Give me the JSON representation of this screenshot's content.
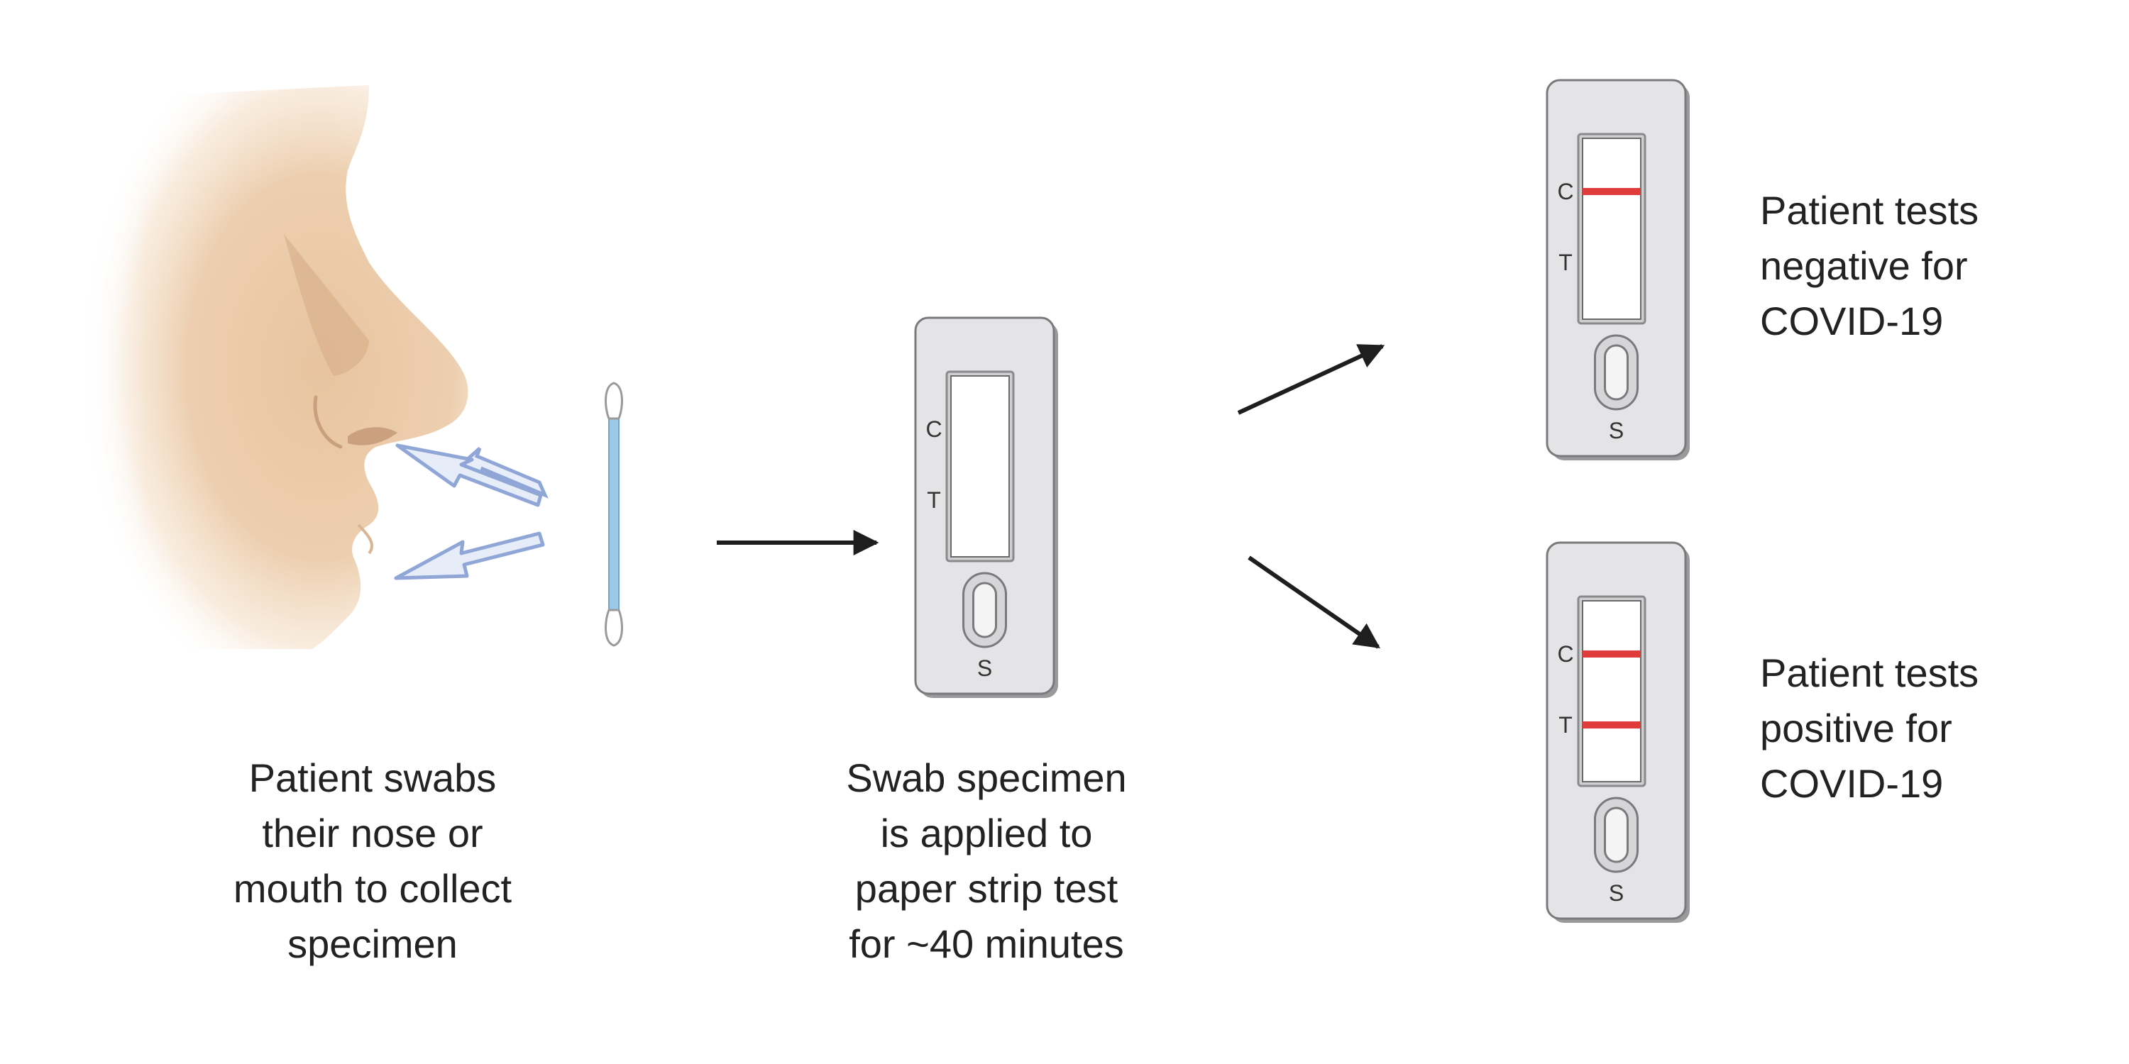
{
  "captions": {
    "collect": [
      "Patient swabs",
      "their nose or",
      "mouth to collect",
      "specimen"
    ],
    "apply": [
      "Swab specimen",
      "is applied to",
      "paper strip test",
      "for ~40 minutes"
    ],
    "negative": [
      "Patient tests",
      "negative for",
      "COVID-19"
    ],
    "positive": [
      "Patient tests",
      "positive for",
      "COVID-19"
    ]
  },
  "test_labels": {
    "control": "C",
    "test": "T",
    "sample": "S"
  },
  "colors": {
    "skin": "#e8c4a0",
    "cassette": "#e4e4e6",
    "result_line": "#e03c3c",
    "swab_arrow": "#8fa6d6",
    "arrow": "#1e1e1e"
  },
  "results": {
    "middle": {
      "control_line": false,
      "test_line": false
    },
    "negative": {
      "control_line": true,
      "test_line": false
    },
    "positive": {
      "control_line": true,
      "test_line": true
    }
  }
}
